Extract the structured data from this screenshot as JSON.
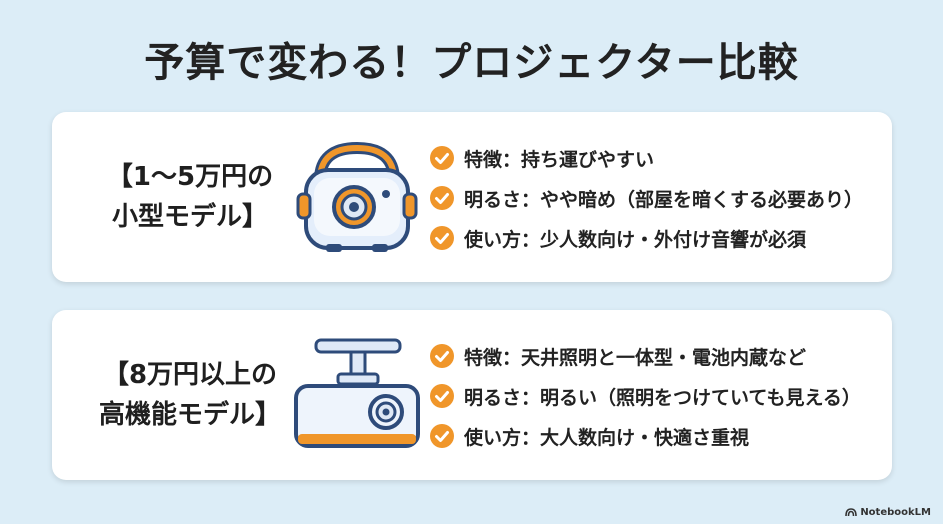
{
  "title": "予算で変わる！プロジェクター比較",
  "cards": [
    {
      "label_line1": "【1〜5万円の",
      "label_line2": "小型モデル】",
      "icon": "portable-projector-icon",
      "features": [
        "特徴：持ち運びやすい",
        "明るさ：やや暗め（部屋を暗くする必要あり）",
        "使い方：少人数向け・外付け音響が必須"
      ]
    },
    {
      "label_line1": "【8万円以上の",
      "label_line2": "高機能モデル】",
      "icon": "ceiling-projector-icon",
      "features": [
        "特徴：天井照明と一体型・電池内蔵など",
        "明るさ：明るい（照明をつけていても見える）",
        "使い方：大人数向け・快適さ重視"
      ]
    }
  ],
  "credit": "NotebookLM",
  "colors": {
    "background": "#dcedf7",
    "accent_orange": "#f0962a",
    "icon_blue": "#2e4b7a",
    "card": "#ffffff"
  }
}
